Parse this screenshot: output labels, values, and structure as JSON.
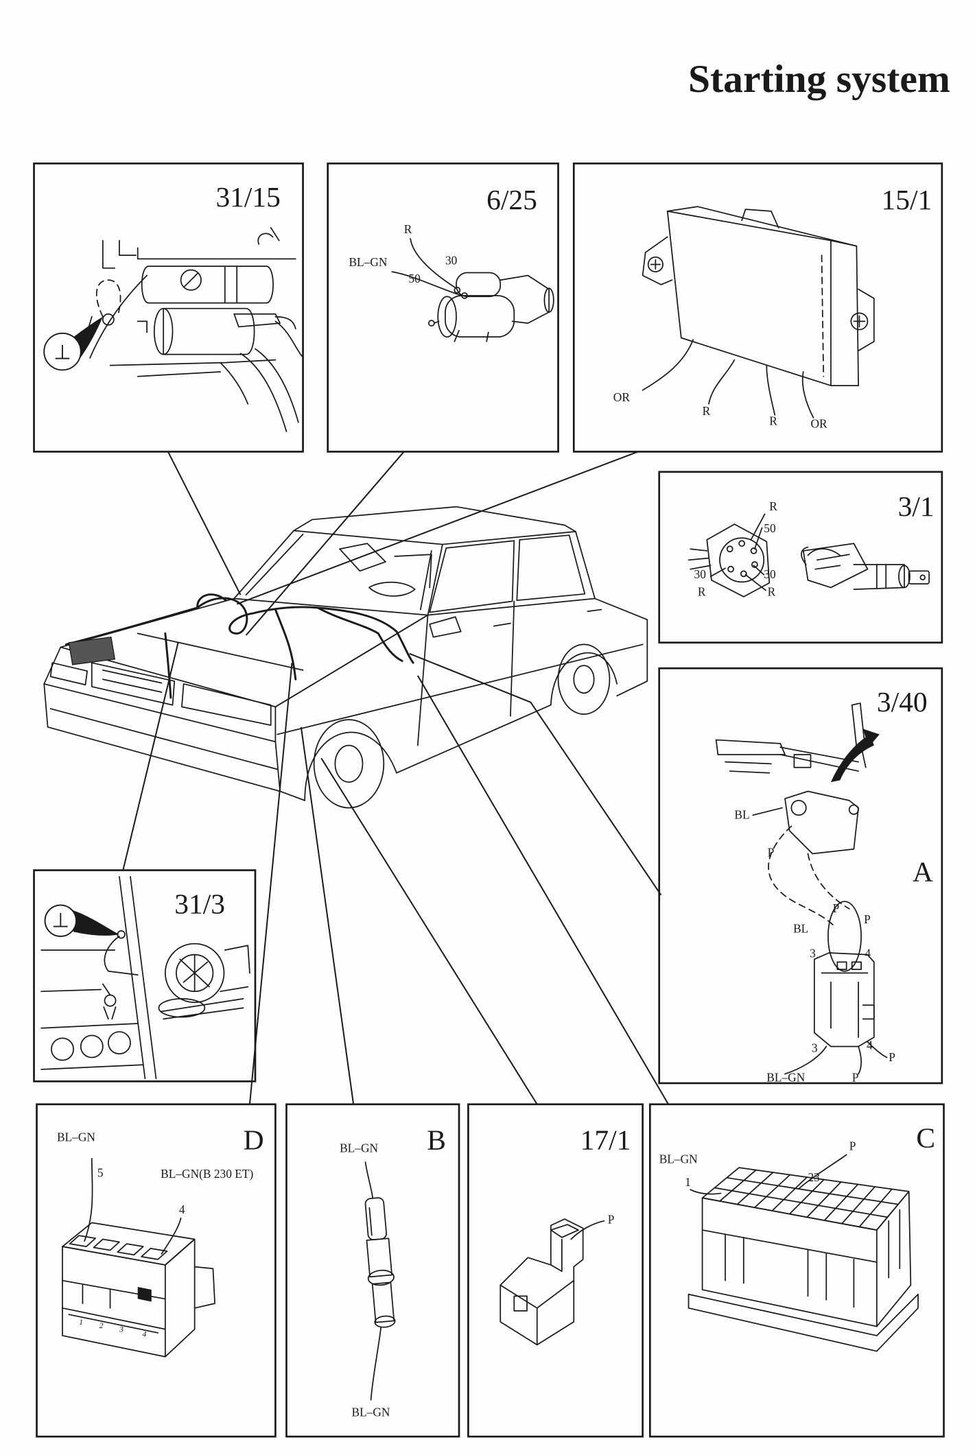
{
  "page": {
    "title": "Starting system"
  },
  "panels": {
    "p31_15": {
      "code": "31/15",
      "ground_symbol": "⊥"
    },
    "p6_25": {
      "code": "6/25",
      "wire_r": "R",
      "terminal_30": "30",
      "wire_bl_gn": "BL–GN",
      "terminal_50": "50"
    },
    "p15_1": {
      "code": "15/1",
      "wires": [
        "OR",
        "R",
        "R",
        "OR"
      ]
    },
    "p3_1": {
      "code": "3/1",
      "labels": [
        "R",
        "50",
        "30",
        "R",
        "30",
        "R"
      ]
    },
    "p3_40": {
      "code": "3/40",
      "detail": "A",
      "labels": [
        "BL",
        "P",
        "P",
        "P",
        "BL",
        "3",
        "4",
        "3",
        "4",
        "P",
        "BL–GN",
        "P"
      ]
    },
    "p31_3": {
      "code": "31/3",
      "ground_symbol": "⊥"
    },
    "pD": {
      "code": "D",
      "wire_top": "BL–GN",
      "pin_5": "5",
      "wire_alt": "BL–GN(B 230 ET)",
      "pin_4": "4",
      "pin_numbers": [
        "1",
        "2",
        "3",
        "4"
      ]
    },
    "pB": {
      "code": "B",
      "wire_top": "BL–GN",
      "wire_bottom": "BL–GN"
    },
    "p17_1": {
      "code": "17/1",
      "wire": "P"
    },
    "pC": {
      "code": "C",
      "wire_bl_gn": "BL–GN",
      "pin_1": "1",
      "pin_23": "23",
      "wire_p": "P"
    }
  },
  "colors": {
    "line": "#1a1a1a",
    "paper": "#fdfdfb",
    "module_marker": "#555555"
  }
}
